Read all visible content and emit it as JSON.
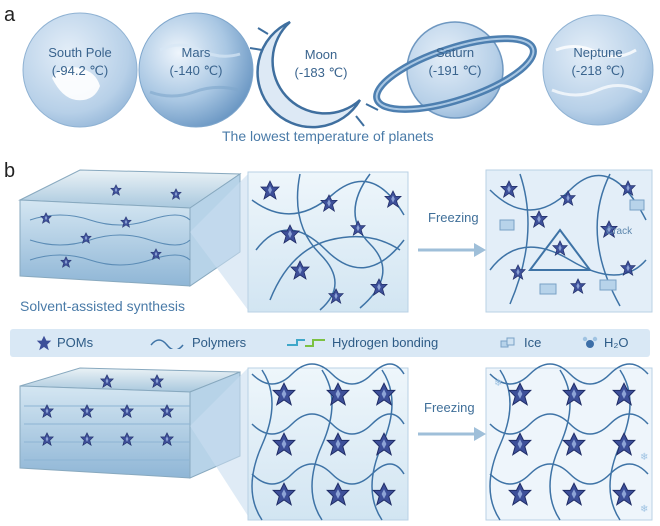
{
  "panel_a": {
    "letter": "a",
    "caption": "The lowest temperature of planets",
    "planets": [
      {
        "name": "South Pole",
        "temp": "(-94.2 ℃)"
      },
      {
        "name": "Mars",
        "temp": "(-140 ℃)"
      },
      {
        "name": "Moon",
        "temp": "(-183 ℃)"
      },
      {
        "name": "Saturn",
        "temp": "(-191 ℃)"
      },
      {
        "name": "Neptune",
        "temp": "(-218 ℃)"
      }
    ]
  },
  "panel_b": {
    "letter": "b",
    "top_caption": "Solvent-assisted synthesis",
    "freezing_label_top": "Freezing",
    "freezing_label_bottom": "Freezing",
    "crack_label": "Crack"
  },
  "legend": {
    "items": [
      {
        "label": "POMs",
        "icon": "pom-cluster-icon"
      },
      {
        "label": "Polymers",
        "icon": "polymer-chain-icon"
      },
      {
        "label": "Hydrogen bonding",
        "icon": "hydrogen-bond-icon"
      },
      {
        "label": "Ice",
        "icon": "ice-crystal-icon"
      },
      {
        "label": "H₂O",
        "icon": "water-molecule-icon"
      }
    ]
  },
  "colors": {
    "accent": "#3a6fa5",
    "pom": "#3d4f99",
    "legend_bg": "#d9e8f5",
    "ice_light": "#e3eef8"
  }
}
